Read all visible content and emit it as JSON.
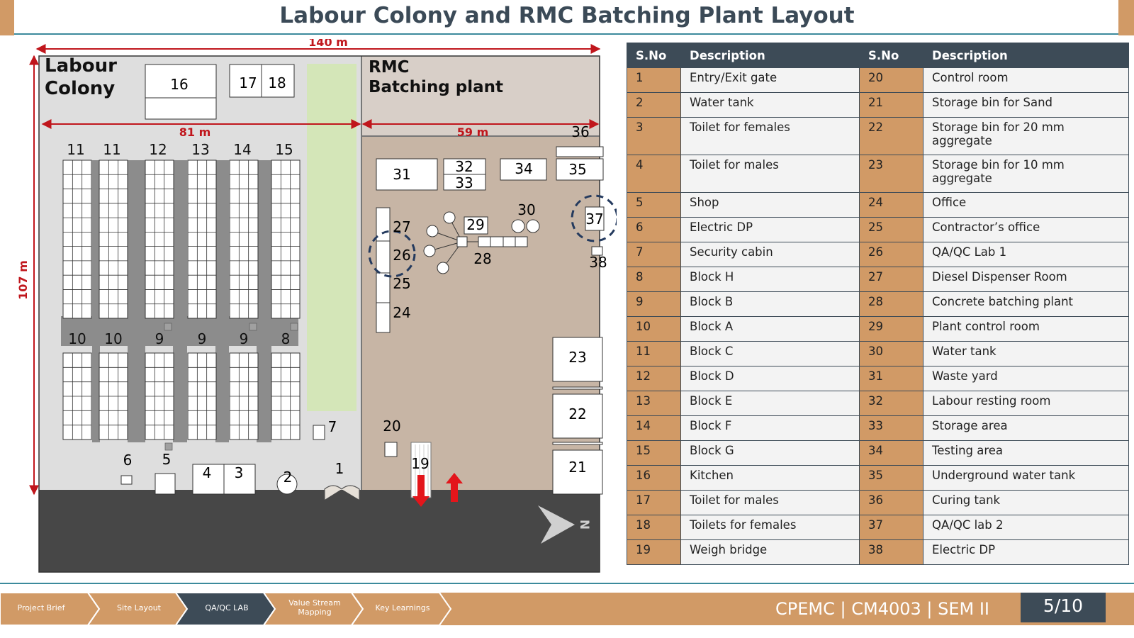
{
  "title": "Labour Colony and RMC Batching Plant Layout",
  "map": {
    "zone_labour": "Labour\nColony",
    "zone_rmc": "RMC\nBatching plant",
    "dim_total_width": "140 m",
    "dim_total_height": "107 m",
    "dim_labour_width": "81 m",
    "dim_rmc_width": "59 m",
    "block_numbers_top": [
      "11",
      "11",
      "12",
      "13",
      "14",
      "15"
    ],
    "block_numbers_bottom": [
      "10",
      "10",
      "9",
      "9",
      "9",
      "8"
    ],
    "labels": {
      "n1": "1",
      "n2": "2",
      "n3": "3",
      "n4": "4",
      "n5": "5",
      "n6": "6",
      "n7": "7",
      "n16": "16",
      "n17": "17",
      "n18": "18",
      "n19": "19",
      "n20": "20",
      "n21": "21",
      "n22": "22",
      "n23": "23",
      "n24": "24",
      "n25": "25",
      "n26": "26",
      "n27": "27",
      "n28": "28",
      "n29": "29",
      "n30": "30",
      "n31": "31",
      "n32": "32",
      "n33": "33",
      "n34": "34",
      "n35": "35",
      "n36": "36",
      "n37": "37",
      "n38": "38"
    },
    "north_label": "N",
    "colors": {
      "labour_bg": "#dedede",
      "rmc_bg": "#c7b5a5",
      "rmc_top_bg": "#d8cfc8",
      "road": "#474747",
      "aisle": "#8c8c8c",
      "green_strip": "#d4e6b8",
      "dimension": "#c0161c",
      "lab_circle": "#243a5e"
    }
  },
  "table": {
    "headers": [
      "S.No",
      "Description",
      "S.No",
      "Description"
    ],
    "rows": [
      [
        "1",
        "Entry/Exit gate",
        "20",
        "Control room"
      ],
      [
        "2",
        "Water tank",
        "21",
        "Storage bin for Sand"
      ],
      [
        "3",
        "Toilet for females",
        "22",
        "Storage bin for 20 mm aggregate"
      ],
      [
        "4",
        "Toilet for males",
        "23",
        "Storage bin for 10 mm aggregate"
      ],
      [
        "5",
        "Shop",
        "24",
        "Office"
      ],
      [
        "6",
        "Electric DP",
        "25",
        "Contractor’s office"
      ],
      [
        "7",
        "Security cabin",
        "26",
        "QA/QC Lab 1"
      ],
      [
        "8",
        "Block H",
        "27",
        "Diesel Dispenser Room"
      ],
      [
        "9",
        "Block B",
        "28",
        "Concrete batching plant"
      ],
      [
        "10",
        "Block A",
        "29",
        "Plant control room"
      ],
      [
        "11",
        "Block C",
        "30",
        "Water tank"
      ],
      [
        "12",
        "Block D",
        "31",
        "Waste yard"
      ],
      [
        "13",
        "Block E",
        "32",
        "Labour resting room"
      ],
      [
        "14",
        "Block F",
        "33",
        "Storage area"
      ],
      [
        "15",
        "Block G",
        "34",
        "Testing area"
      ],
      [
        "16",
        "Kitchen",
        "35",
        "Underground water tank"
      ],
      [
        "17",
        "Toilet for males",
        "36",
        "Curing tank"
      ],
      [
        "18",
        "Toilets for females",
        "37",
        "QA/QC lab 2"
      ],
      [
        "19",
        "Weigh bridge",
        "38",
        "Electric DP"
      ]
    ]
  },
  "footer": {
    "nav": [
      {
        "label": "Project Brief",
        "active": false
      },
      {
        "label": "Site Layout",
        "active": false
      },
      {
        "label": "QA/QC LAB",
        "active": true
      },
      {
        "label": "Value Stream Mapping",
        "active": false
      },
      {
        "label": "Key Learnings",
        "active": false
      }
    ],
    "course": "CPEMC | CM4003 | SEM II",
    "page": "5/10",
    "colors": {
      "band": "#d19a66",
      "active": "#3d4b57"
    }
  }
}
